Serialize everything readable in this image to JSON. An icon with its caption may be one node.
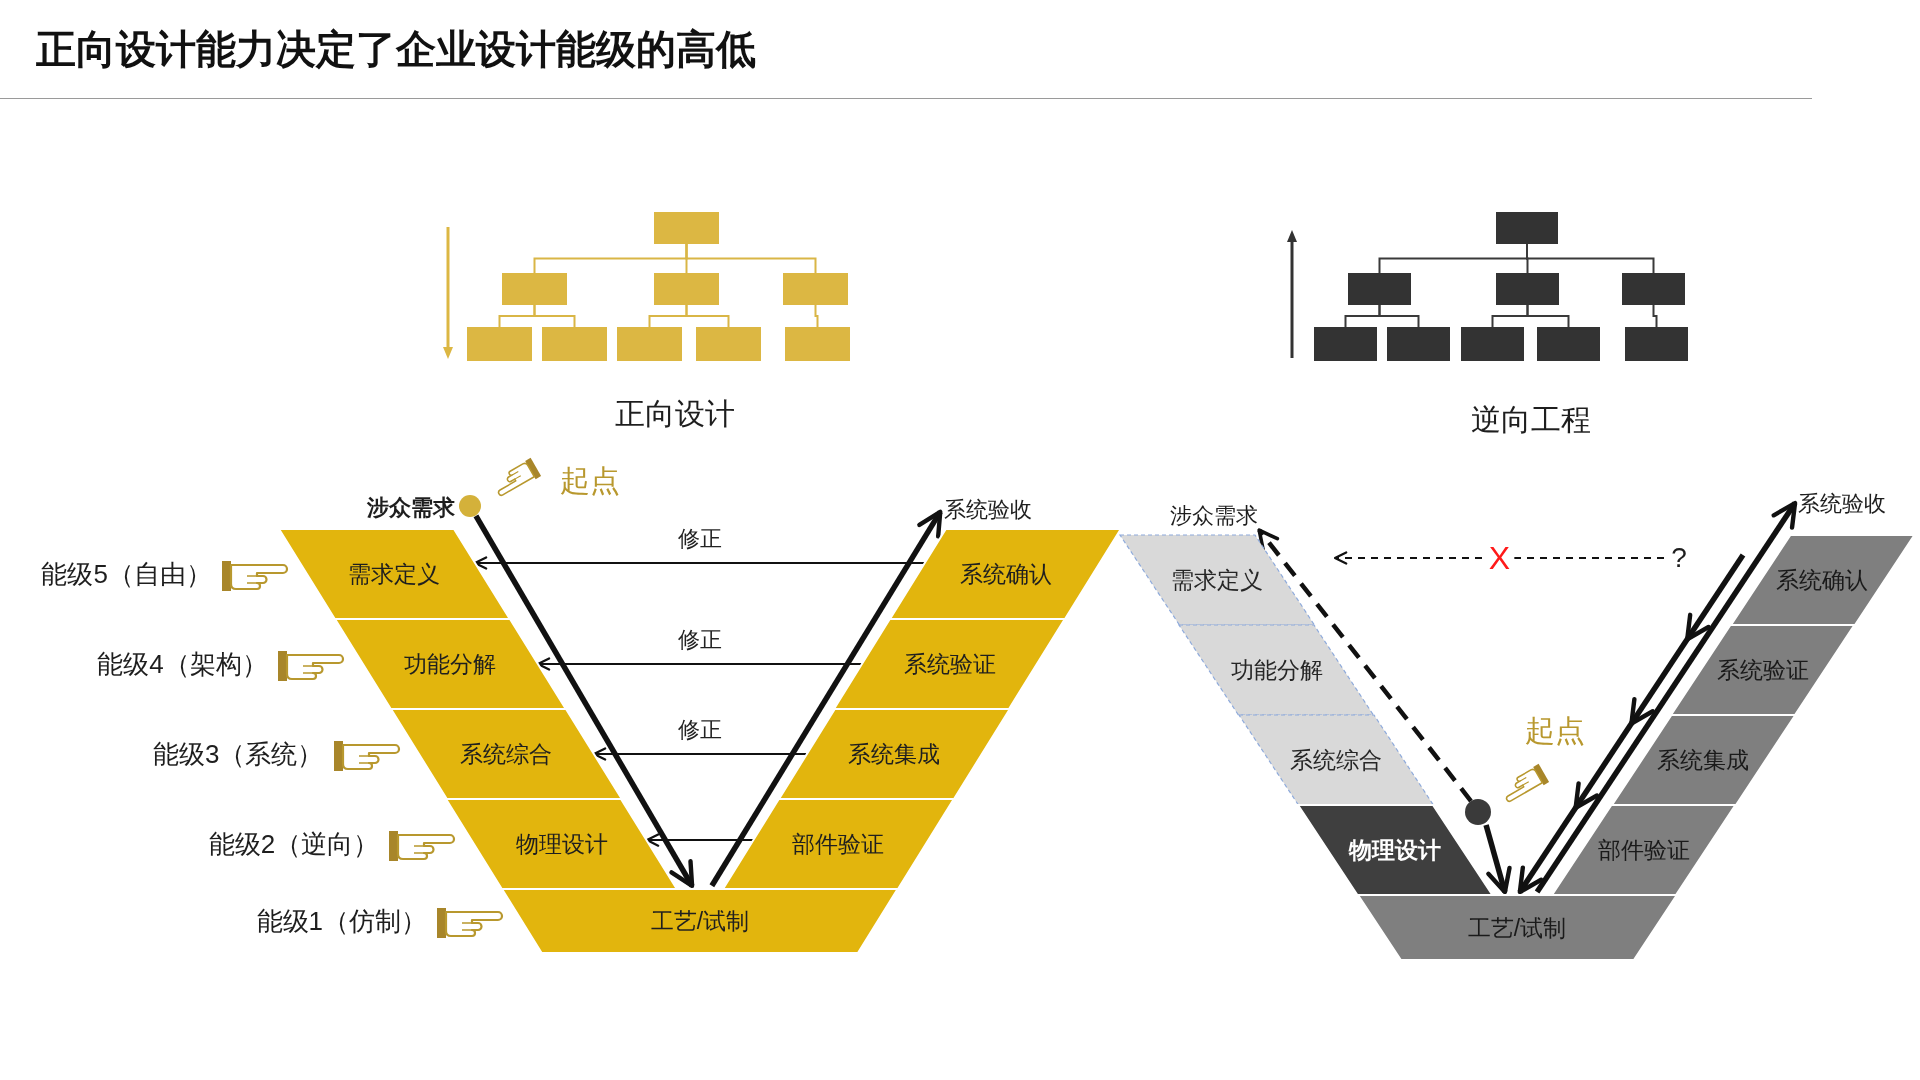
{
  "diagram": {
    "title": "正向设计能力决定了企业设计能级的高低",
    "nodes": [
      {
        "text": [],
        "shape": "box"
      },
      {
        "text": [],
        "shape": "box"
      },
      {
        "text": [],
        "shape": "box"
      },
      {
        "text": [],
        "shape": "box"
      },
      {
        "text": [],
        "shape": "box"
      },
      {
        "text": [],
        "shape": "box"
      },
      {
        "text": [],
        "shape": "box"
      },
      {
        "text": [],
        "shape": "box"
      },
      {
        "text": [],
        "shape": "box"
      },
      {
        "text": [],
        "shape": "box"
      },
      {
        "text": [],
        "shape": "box"
      },
      {
        "text": [],
        "shape": "box"
      },
      {
        "text": [],
        "shape": "box"
      },
      {
        "text": [],
        "shape": "box"
      },
      {
        "text": [],
        "shape": "box"
      },
      {
        "text": [],
        "shape": "box"
      },
      {
        "text": [],
        "shape": "box"
      },
      {
        "text": [],
        "shape": "box"
      },
      {
        "text": [
          "涉众需求"
        ]
      },
      {
        "text": [],
        "shape": "circle"
      },
      {
        "text": [
          "系统验收"
        ]
      },
      {
        "text": [
          "需求定义"
        ]
      },
      {
        "text": [
          "功能分解"
        ]
      },
      {
        "text": [
          "系统综合"
        ]
      },
      {
        "text": [
          "物理设计"
        ]
      },
      {
        "text": [
          "工艺/试制"
        ]
      },
      {
        "text": [
          "部件验证"
        ]
      },
      {
        "text": [
          "系统集成"
        ]
      },
      {
        "text": [
          "系统验证"
        ]
      },
      {
        "text": [
          "系统确认"
        ]
      },
      {
        "text": [
          "涉众需求"
        ]
      },
      {
        "text": [
          "系统验收"
        ]
      },
      {
        "text": [
          "需求定义"
        ]
      },
      {
        "text": [
          "功能分解"
        ]
      },
      {
        "text": [
          "系统综合"
        ]
      },
      {
        "text": [
          "物理设计"
        ]
      },
      {
        "text": [
          "工艺/试制"
        ]
      },
      {
        "text": [
          "部件验证"
        ]
      },
      {
        "text": [
          "系统集成"
        ]
      },
      {
        "text": [
          "系统验证"
        ]
      },
      {
        "text": [
          "系统确认"
        ]
      },
      {
        "text": [],
        "shape": "circle"
      },
      {
        "text": [
          "?"
        ]
      }
    ],
    "edges": [
      {
        "from": 0,
        "to": 1,
        "arrow": "none",
        "color": "#d9b646"
      },
      {
        "from": 0,
        "to": 2,
        "arrow": "none",
        "color": "#d9b646"
      },
      {
        "from": 0,
        "to": 3,
        "arrow": "none",
        "color": "#d9b646"
      },
      {
        "from": 1,
        "to": 4,
        "arrow": "none",
        "color": "#d9b646"
      },
      {
        "from": 1,
        "to": 5,
        "arrow": "none",
        "color": "#d9b646"
      },
      {
        "from": 2,
        "to": 6,
        "arrow": "none",
        "color": "#d9b646"
      },
      {
        "from": 2,
        "to": 7,
        "arrow": "none",
        "color": "#d9b646"
      },
      {
        "from": 3,
        "to": 8,
        "arrow": "none",
        "color": "#d9b646"
      },
      {
        "from": 9,
        "to": 10,
        "arrow": "none",
        "color": "#3a3a3a"
      },
      {
        "from": 9,
        "to": 11,
        "arrow": "none",
        "color": "#3a3a3a"
      },
      {
        "from": 9,
        "to": 12,
        "arrow": "none",
        "color": "#3a3a3a"
      },
      {
        "from": 10,
        "to": 13,
        "arrow": "none",
        "color": "#3a3a3a"
      },
      {
        "from": 10,
        "to": 14,
        "arrow": "none",
        "color": "#3a3a3a"
      },
      {
        "from": 11,
        "to": 15,
        "arrow": "none",
        "color": "#3a3a3a"
      },
      {
        "from": 11,
        "to": 16,
        "arrow": "none",
        "color": "#3a3a3a"
      },
      {
        "from": 12,
        "to": 17,
        "arrow": "none",
        "color": "#3a3a3a"
      },
      {
        "from": 19,
        "to": 25,
        "arrow": "to",
        "style": "thick"
      },
      {
        "from": 25,
        "to": 20,
        "arrow": "to",
        "style": "thick"
      },
      {
        "from": 29,
        "to": 21,
        "arrow": "to",
        "label": "修正"
      },
      {
        "from": 28,
        "to": 22,
        "arrow": "to",
        "label": "修正"
      },
      {
        "from": 27,
        "to": 23,
        "arrow": "to",
        "label": "修正"
      },
      {
        "from": 26,
        "to": 24,
        "arrow": "to"
      },
      {
        "from": 41,
        "to": 30,
        "arrow": "to",
        "style": "dashed"
      },
      {
        "from": 41,
        "to": 36,
        "arrow": "to",
        "style": "thick"
      },
      {
        "from": 36,
        "to": 31,
        "arrow": "to",
        "style": "thick"
      },
      {
        "from": null,
        "to": 36,
        "arrow": "to",
        "style": "thick"
      },
      {
        "from": 42,
        "to": null,
        "arrow": "to",
        "style": "dashed",
        "label": "X"
      }
    ],
    "labels": [
      "正向设计",
      "逆向工程",
      "起点",
      "能级5（自由）",
      "能级4（架构）",
      "能级3（系统）",
      "能级2（逆向）",
      "能级1（仿制）",
      "起点"
    ]
  }
}
